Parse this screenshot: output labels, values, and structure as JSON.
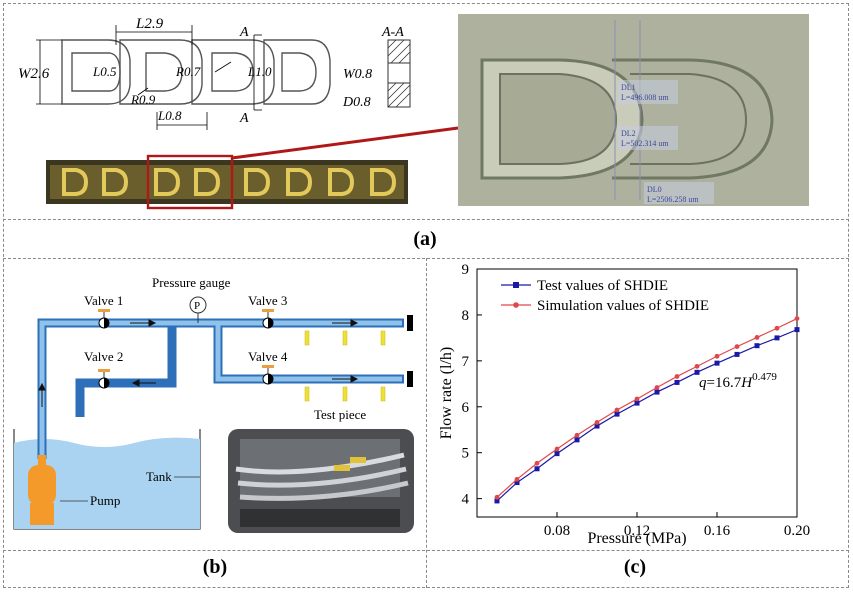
{
  "captions": {
    "a": "(a)",
    "b": "(b)",
    "c": "(c)"
  },
  "panel_a": {
    "dims": {
      "W": "W2.6",
      "L": "L2.9",
      "L05": "L0.5",
      "R07": "R0.7",
      "L10": "L1.0",
      "R09": "R0.9",
      "L08": "L0.8",
      "A_top": "A",
      "A_bot": "A",
      "section": "A-A",
      "W08": "W0.8",
      "D08": "D0.8"
    },
    "micro_labels": [
      "DL1",
      "L=496.008 um",
      "DL2",
      "L=502.314 um",
      "DL0",
      "L=2506.258 um"
    ]
  },
  "panel_b": {
    "labels": {
      "pressure_gauge": "Pressure gauge",
      "gauge_symbol": "P",
      "valve1": "Valve 1",
      "valve2": "Valve 2",
      "valve3": "Valve 3",
      "valve4": "Valve 4",
      "test_piece": "Test piece",
      "tank": "Tank",
      "pump": "Pump"
    }
  },
  "chart_data": {
    "type": "line",
    "xlabel": "Pressure (MPa)",
    "ylabel": "Flow rate (l/h)",
    "xlim": [
      0.04,
      0.2
    ],
    "ylim": [
      3.6,
      9
    ],
    "xticks": [
      "0.08",
      "0.12",
      "0.16",
      "0.20"
    ],
    "yticks": [
      "4",
      "5",
      "6",
      "7",
      "8",
      "9"
    ],
    "x": [
      0.05,
      0.06,
      0.07,
      0.08,
      0.09,
      0.1,
      0.11,
      0.12,
      0.13,
      0.14,
      0.15,
      0.16,
      0.17,
      0.18,
      0.19,
      0.2
    ],
    "series": [
      {
        "name": "Test values of SHDIE",
        "color": "#1a1aa6",
        "values": [
          3.95,
          4.35,
          4.65,
          4.98,
          5.28,
          5.58,
          5.84,
          6.08,
          6.32,
          6.53,
          6.75,
          6.95,
          7.14,
          7.33,
          7.5,
          7.68
        ]
      },
      {
        "name": "Simulation values of SHDIE",
        "color": "#e0474c",
        "values": [
          4.03,
          4.42,
          4.77,
          5.08,
          5.38,
          5.66,
          5.93,
          6.17,
          6.42,
          6.66,
          6.88,
          7.1,
          7.31,
          7.51,
          7.71,
          7.92
        ]
      }
    ],
    "annotation": {
      "q": "q",
      "eq": "=16.7",
      "H": "H",
      "exp": "0.479"
    },
    "legend_position": "top-left",
    "grid": false
  }
}
